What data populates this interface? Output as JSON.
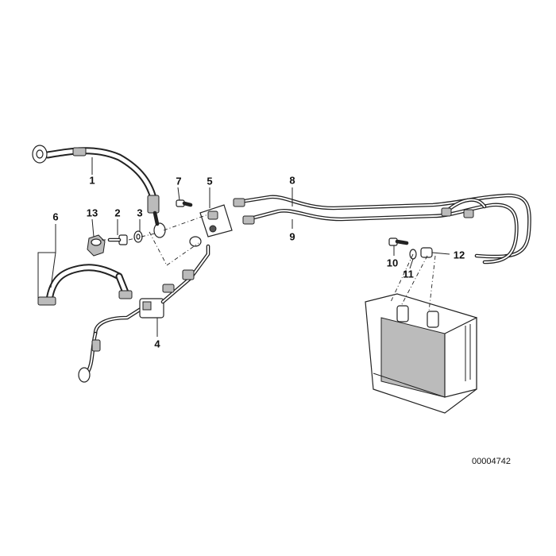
{
  "diagram": {
    "callouts": [
      {
        "id": "1",
        "label": "1"
      },
      {
        "id": "2",
        "label": "2"
      },
      {
        "id": "3",
        "label": "3"
      },
      {
        "id": "4",
        "label": "4"
      },
      {
        "id": "5",
        "label": "5"
      },
      {
        "id": "6",
        "label": "6"
      },
      {
        "id": "7",
        "label": "7"
      },
      {
        "id": "8",
        "label": "8"
      },
      {
        "id": "9",
        "label": "9"
      },
      {
        "id": "10",
        "label": "10"
      },
      {
        "id": "11",
        "label": "11"
      },
      {
        "id": "12",
        "label": "12"
      },
      {
        "id": "13",
        "label": "13"
      }
    ],
    "document_id": "00004742"
  }
}
